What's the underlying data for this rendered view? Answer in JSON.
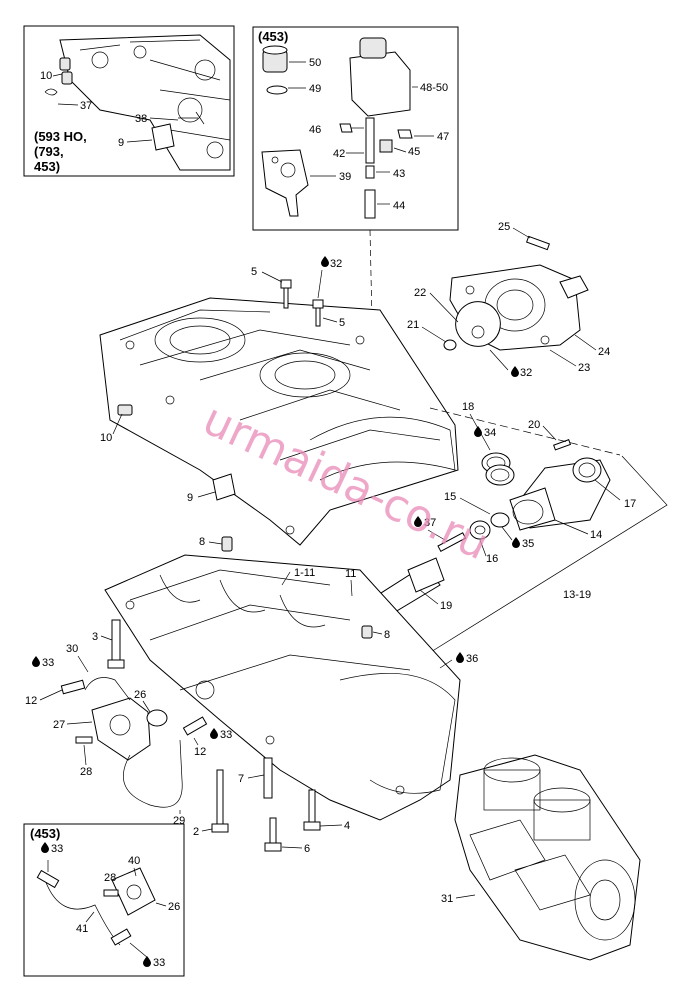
{
  "insets": {
    "top_left": {
      "title_lines": [
        "(593 HO,",
        "(793,",
        " 453)"
      ],
      "callouts": [
        "10",
        "37",
        "38",
        "9"
      ]
    },
    "top_center": {
      "title": "(453)",
      "callouts": [
        "50",
        "49",
        "48-50",
        "46",
        "47",
        "42",
        "45",
        "39",
        "43",
        "44"
      ]
    },
    "bottom_left": {
      "title": "(453)",
      "callouts": [
        "33",
        "40",
        "28",
        "26",
        "41",
        "33"
      ]
    }
  },
  "main_callouts": {
    "c25": "25",
    "c32a": "32",
    "c5a": "5",
    "c5b": "5",
    "c22": "22",
    "c21": "21",
    "c24": "24",
    "c23": "23",
    "c32b": "32",
    "c18": "18",
    "c20": "20",
    "c34": "34",
    "c10": "10",
    "c9": "9",
    "c15": "15",
    "c17": "17",
    "c37": "37",
    "c14": "14",
    "c35": "35",
    "c16": "16",
    "c8a": "8",
    "c1_11": "1-11",
    "c11": "11",
    "c19": "19",
    "c13_19": "13-19",
    "c3": "3",
    "c8b": "8",
    "c30": "30",
    "c33a": "33",
    "c36": "36",
    "c12a": "12",
    "c26": "26",
    "c27": "27",
    "c33b": "33",
    "c12b": "12",
    "c28": "28",
    "c7": "7",
    "c29": "29",
    "c2": "2",
    "c4": "4",
    "c6": "6",
    "c31": "31"
  },
  "icons": [
    "oil-drop-icon"
  ],
  "watermark": "urmaida-co.ru"
}
